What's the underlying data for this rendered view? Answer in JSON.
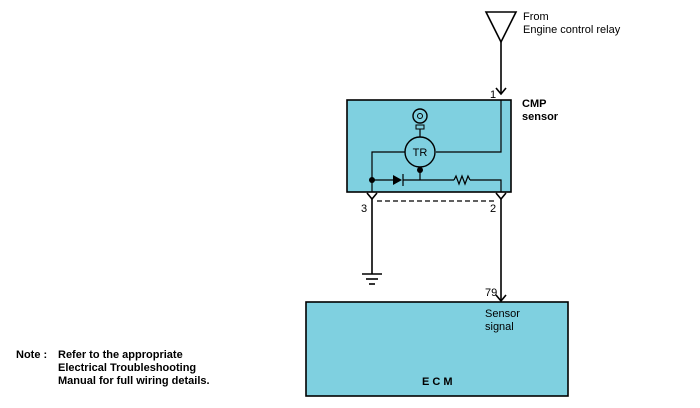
{
  "source": {
    "line1": "From",
    "line2": "Engine control relay"
  },
  "sensor": {
    "name_line1": "CMP",
    "name_line2": "sensor",
    "transistor_label": "TR",
    "pins": {
      "pin1": "1",
      "pin2": "2",
      "pin3": "3"
    }
  },
  "ecm": {
    "label": "E C M",
    "pin": "79",
    "signal_line1": "Sensor",
    "signal_line2": "signal"
  },
  "note": {
    "prefix": "Note :",
    "line1": "Refer to the appropriate",
    "line2": "Electrical Troubleshooting",
    "line3": "Manual for full wiring details."
  },
  "colors": {
    "module_fill": "#7fd0e0",
    "line": "#000000"
  }
}
